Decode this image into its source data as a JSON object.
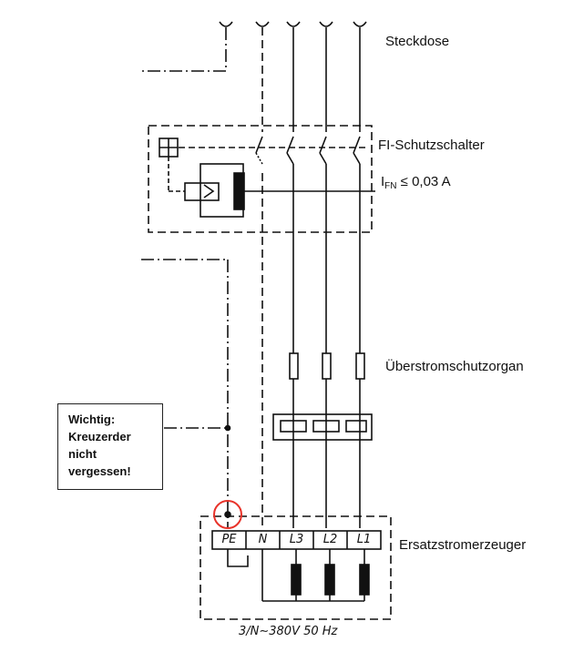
{
  "labels": {
    "socket": "Steckdose",
    "rcd": "FI-Schutzschalter",
    "rcd_current_symbol": "I",
    "rcd_current_sub": "FN",
    "rcd_current_rest": " ≤ 0,03 A",
    "overcurrent": "Überstromschutzorgan",
    "generator": "Ersatzstromerzeuger",
    "supply": "3/N∼380V 50 Hz"
  },
  "note": {
    "line1": "Wichtig:",
    "line2": "Kreuzerder",
    "line3": "nicht",
    "line4": "vergessen!"
  },
  "terminals": [
    "PE",
    "N",
    "L3",
    "L2",
    "L1"
  ],
  "colors": {
    "line": "#111111",
    "highlight": "#e8332a"
  }
}
